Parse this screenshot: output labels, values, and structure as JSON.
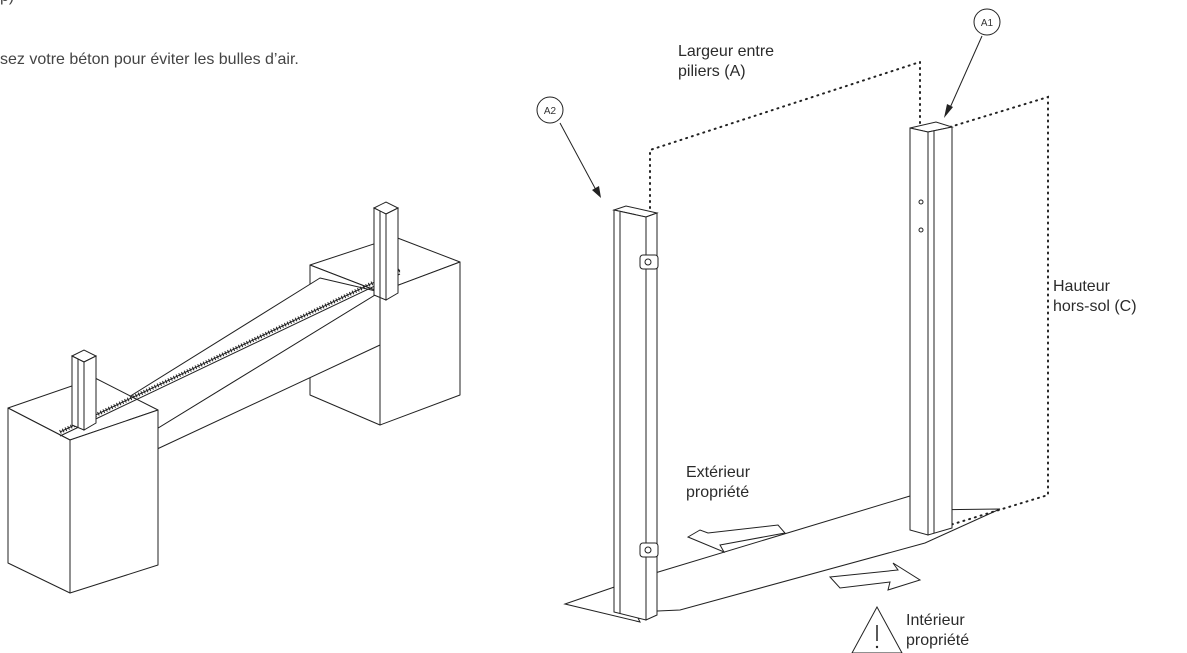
{
  "instruction_text": "sez votre béton pour éviter les bulles d’air.",
  "top_fragment_text": "p)",
  "labels": {
    "width_line1": "Largeur entre",
    "width_line2": "piliers (A)",
    "height_line1": "Hauteur",
    "height_line2": "hors-sol (C)",
    "exterior_line1": "Extérieur",
    "exterior_line2": "propriété",
    "interior_line1": "Intérieur",
    "interior_line2": "propriété"
  },
  "callouts": {
    "a1": "A1",
    "a2": "A2"
  },
  "icons": {
    "warning": "warning-triangle-icon",
    "outward_arrow": "arrow-left-icon",
    "inward_arrow": "arrow-right-icon"
  },
  "colors": {
    "line": "#222222",
    "text": "#2b2b2b"
  }
}
